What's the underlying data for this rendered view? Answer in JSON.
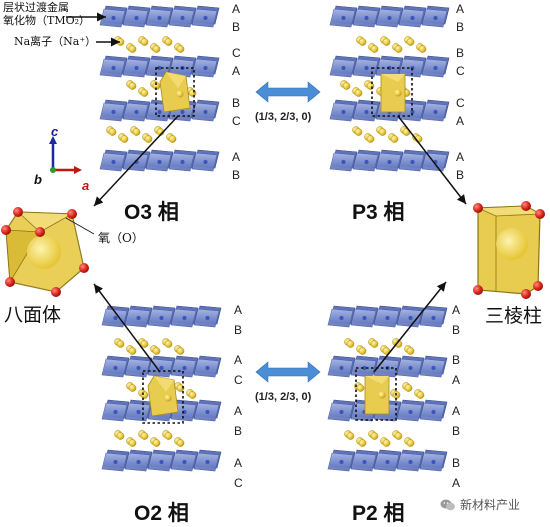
{
  "labels": {
    "tmo2_line1": "层状过渡金属",
    "tmo2_line2": "氧化物（TMO₂）",
    "na_ion": "Na离子（Na⁺）",
    "oxygen": "氧（O）",
    "octahedron": "八面体",
    "prism": "三棱柱"
  },
  "phases": {
    "o3": "O3 相",
    "p3": "P3 相",
    "o2": "O2 相",
    "p2": "P2 相"
  },
  "shift_label": "(1/3, 2/3, 0)",
  "axes": {
    "c": "c",
    "b": "b",
    "a": "a"
  },
  "stacking": {
    "o3": [
      "A",
      "B",
      "C",
      "A",
      "B",
      "C",
      "A",
      "B"
    ],
    "p3": [
      "A",
      "B",
      "B",
      "C",
      "C",
      "A",
      "A",
      "B"
    ],
    "o2": [
      "A",
      "B",
      "A",
      "C",
      "A",
      "B",
      "A",
      "C"
    ],
    "p2": [
      "A",
      "B",
      "B",
      "A",
      "A",
      "B",
      "B",
      "A"
    ]
  },
  "watermark": "新材料产业",
  "colors": {
    "layer_blue": "#7e93cf",
    "sodium": "#e9c93a",
    "polyhedron": "#e8cc4f",
    "oxygen": "#d9261c",
    "arrow_blue": "#4b8ed6"
  }
}
